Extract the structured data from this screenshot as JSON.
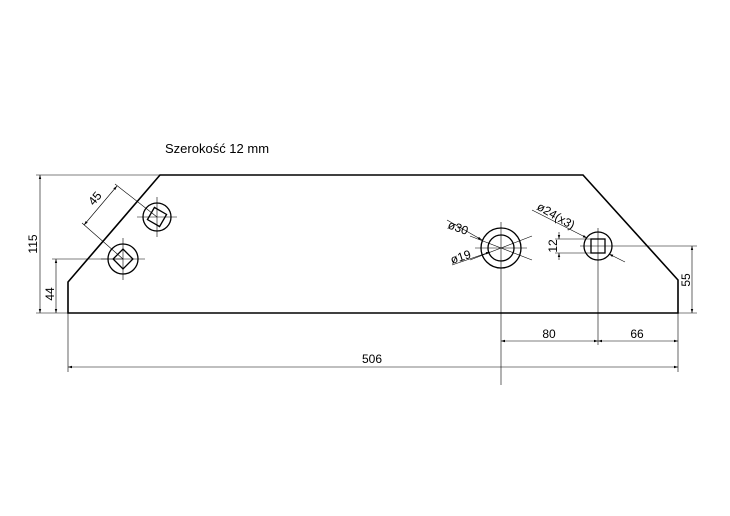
{
  "title": "Szerokość 12 mm",
  "dimensions": {
    "overall_height": "115",
    "hole_height": "44",
    "hole_spacing": "45",
    "dia_outer": "ø30",
    "dia_inner": "ø19",
    "dia_square_holes": "ø24(x3)",
    "square_size": "12",
    "right_hole_height": "55",
    "center_spacing": "80",
    "right_offset": "66",
    "overall_length": "506"
  }
}
